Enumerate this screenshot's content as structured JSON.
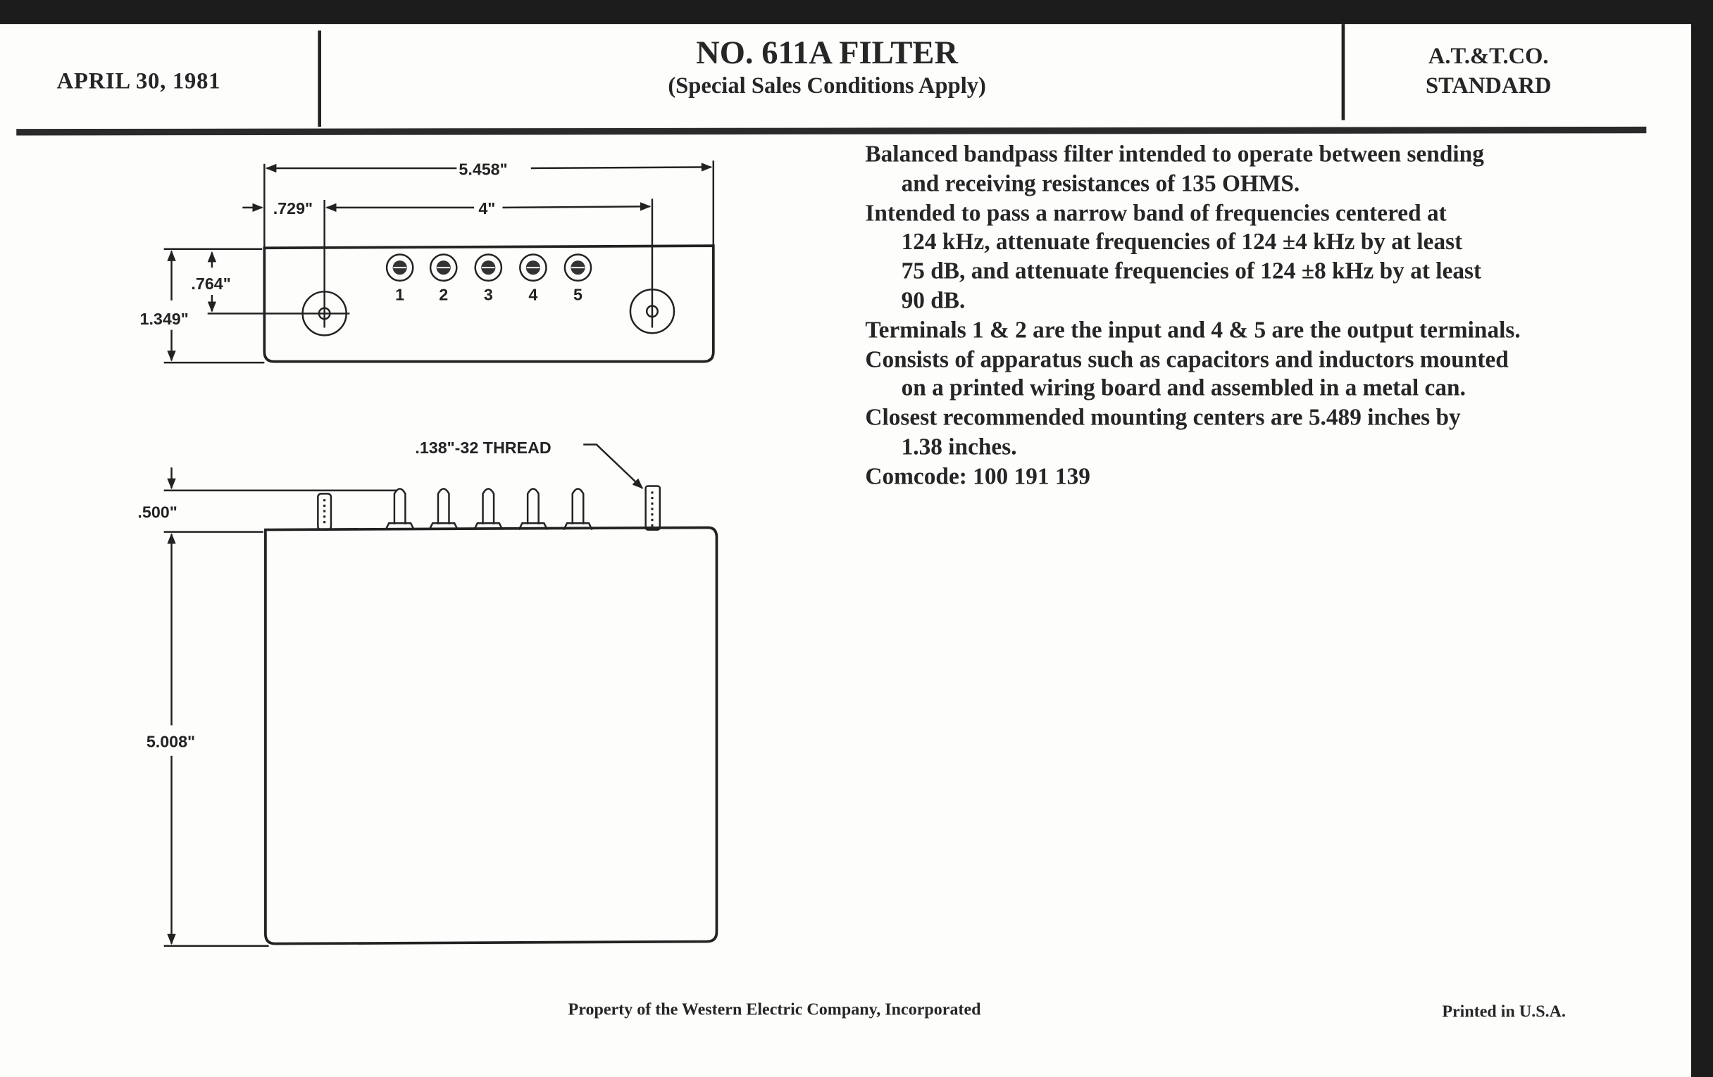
{
  "header": {
    "date": "APRIL 30, 1981",
    "title": "NO. 611A FILTER",
    "subtitle": "(Special Sales Conditions Apply)",
    "company": "A.T.&T.CO.",
    "standard": "STANDARD"
  },
  "description": [
    {
      "first": "Balanced bandpass filter intended to operate between sending",
      "cont": [
        "and receiving resistances of 135 OHMS."
      ]
    },
    {
      "first": "Intended to pass a narrow band of frequencies centered at",
      "cont": [
        "124 kHz, attenuate frequencies of 124 ±4 kHz by at least",
        "75 dB, and attenuate frequencies of 124 ±8 kHz by at least",
        "90 dB."
      ]
    },
    {
      "first": "Terminals 1 & 2 are the input and 4 & 5 are the output terminals.",
      "cont": []
    },
    {
      "first": "Consists of apparatus such as capacitors and inductors mounted",
      "cont": [
        "on a printed wiring board and assembled in a metal can."
      ]
    },
    {
      "first": "Closest recommended mounting centers are 5.489 inches by",
      "cont": [
        "1.38 inches."
      ]
    },
    {
      "first": "Comcode:   100  191  139",
      "cont": []
    }
  ],
  "drawing": {
    "overall_width": "5.458\"",
    "edge_offset": ".729\"",
    "mount_spacing": "4\"",
    "hole_height": ".764\"",
    "depth": "1.349\"",
    "terminals": [
      "1",
      "2",
      "3",
      "4",
      "5"
    ],
    "thread_note": ".138\"-32 THREAD",
    "terminal_height": ".500\"",
    "height": "5.008\""
  },
  "footer": {
    "property": "Property of the Western Electric Company, Incorporated",
    "printed": "Printed in U.S.A."
  }
}
